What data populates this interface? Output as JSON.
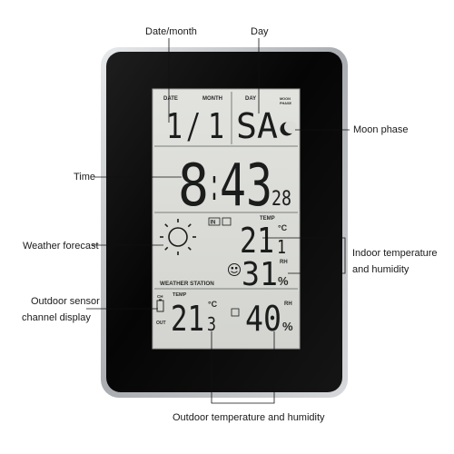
{
  "callouts": {
    "date_month": "Date/month",
    "day": "Day",
    "moon_phase": "Moon phase",
    "time": "Time",
    "weather_forecast": "Weather forecast",
    "indoor_line1": "Indoor temperature",
    "indoor_line2": "and humidity",
    "outdoor_sensor_line1": "Outdoor sensor",
    "outdoor_sensor_line2": "channel display",
    "outdoor_temp_humidity": "Outdoor temperature and humidity"
  },
  "display": {
    "date_label": "DATE",
    "month_label": "MONTH",
    "day_label": "DAY",
    "moon_label_1": "MOON",
    "moon_label_2": "PHASE",
    "date_day": "1",
    "date_separator": "/",
    "date_month": "1",
    "weekday": "SA",
    "time_hours": "8",
    "time_colon": ":",
    "time_minutes": "43",
    "time_seconds": "28",
    "indoor_badge": "IN",
    "indoor_temp_label": "TEMP",
    "indoor_temp_main": "21",
    "indoor_temp_decimal": "1",
    "indoor_temp_unit": "°C",
    "indoor_humidity": "31",
    "indoor_rh_label": "RH",
    "indoor_percent": "%",
    "station_label": "WEATHER STATION",
    "channel_label": "CH",
    "outdoor_label": "OUT",
    "outdoor_temp_label": "TEMP",
    "outdoor_temp_main": "21",
    "outdoor_temp_decimal": "3",
    "outdoor_temp_unit": "°C",
    "outdoor_humidity": "40",
    "outdoor_rh_label": "RH",
    "outdoor_percent": "%"
  },
  "colors": {
    "bezel": "#0b0b0b",
    "frame": "#bfc2c5",
    "lcd_background": "#dcddd9",
    "lcd_digits": "#1b1d1c"
  },
  "icons": {
    "weather_forecast": "sun-icon",
    "comfort": "smiley-icon",
    "moon_phase": "moon-icon",
    "outdoor_sensor": "battery-icon"
  }
}
